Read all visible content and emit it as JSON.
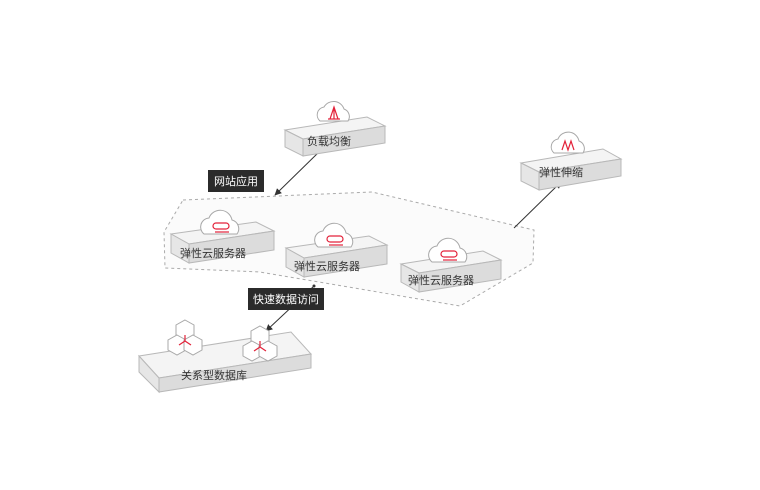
{
  "group": {
    "label": "网站应用"
  },
  "nodes": {
    "load_balancer": {
      "label": "负载均衡",
      "icon": "load-balancer-icon"
    },
    "auto_scaling": {
      "label": "弹性伸缩",
      "icon": "auto-scaling-icon"
    },
    "ecs_1": {
      "label": "弹性云服务器",
      "icon": "server-icon"
    },
    "ecs_2": {
      "label": "弹性云服务器",
      "icon": "server-icon"
    },
    "ecs_3": {
      "label": "弹性云服务器",
      "icon": "server-icon"
    },
    "rds": {
      "label": "关系型数据库",
      "icon": "database-cluster-icon"
    }
  },
  "edges": {
    "fast_access": {
      "label": "快速数据访问"
    }
  },
  "colors": {
    "accent": "#e3223a",
    "platform_top": "#f4f4f4",
    "platform_side": "#dcdcdc",
    "platform_stroke": "#b8b8b8",
    "tag_bg": "#2b2b2b"
  }
}
